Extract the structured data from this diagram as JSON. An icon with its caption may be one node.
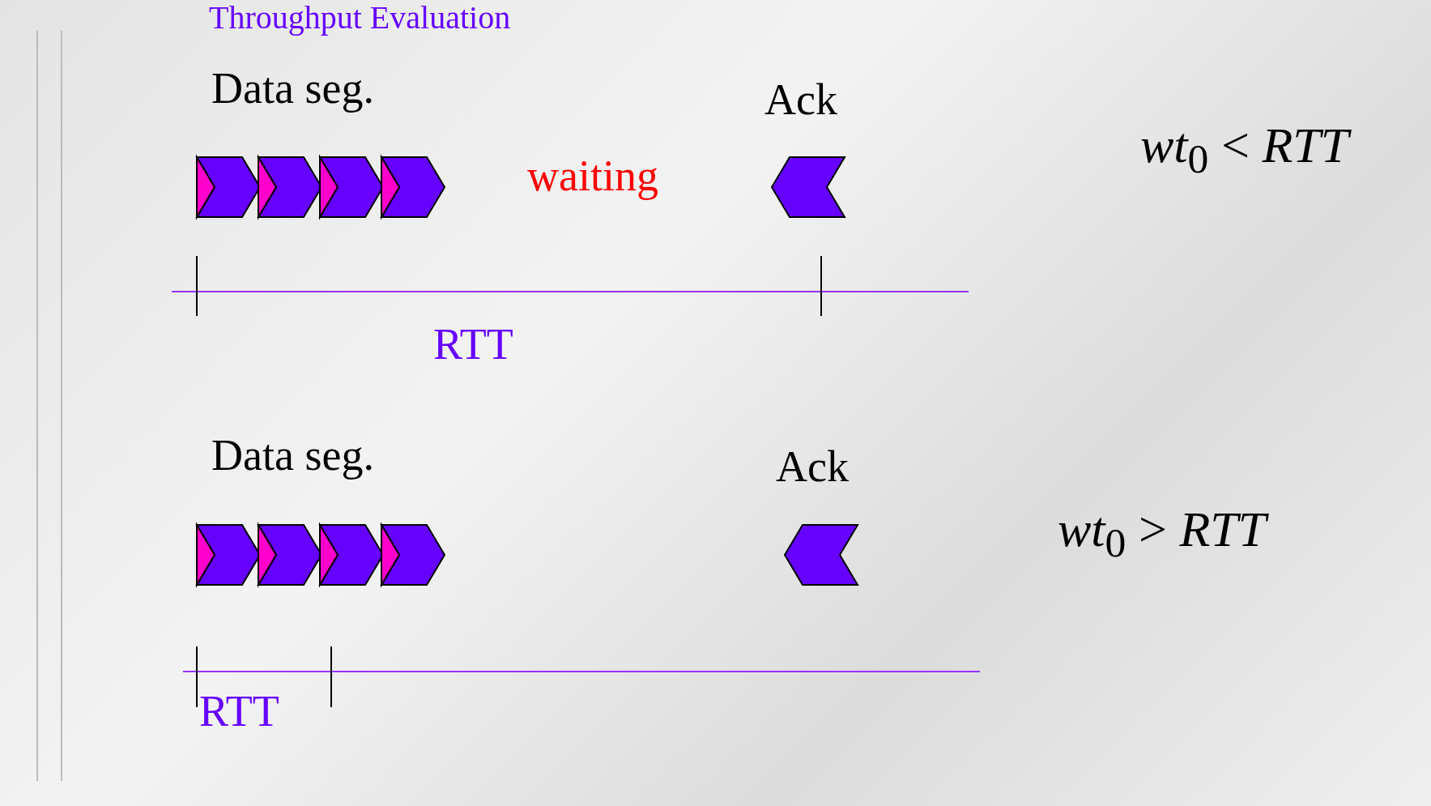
{
  "diagram": {
    "title": "Throughput Evaluation",
    "labels": [
      "Data seg.",
      "Ack",
      "waiting",
      "RTT",
      "*wt*$_{0}$ < *RTT*",
      "Data seg.",
      "Ack",
      "RTT",
      "*wt*$_{0}$ > *RTT*"
    ]
  }
}
